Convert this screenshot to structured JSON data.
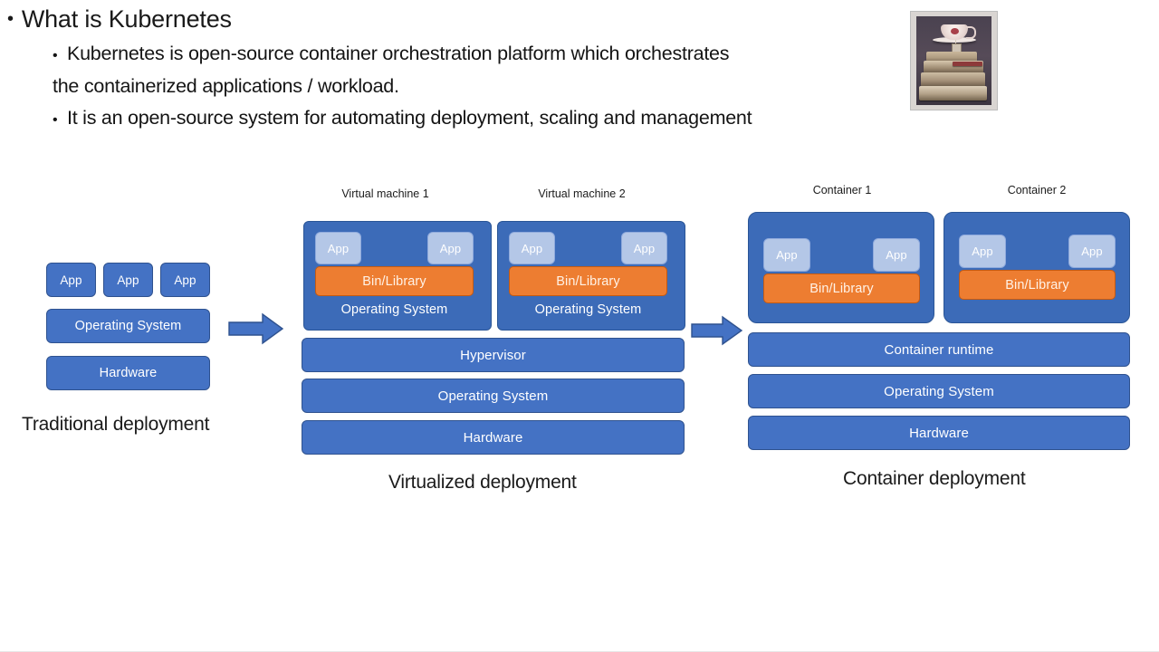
{
  "slide": {
    "heading": "What is Kubernetes",
    "bullets": [
      {
        "line1": "Kubernetes is open-source container orchestration platform which orchestrates",
        "line2": "the containerized applications / workload."
      },
      {
        "line1": "It is an open-source system for automating deployment, scaling and management"
      }
    ],
    "bullet_marker": "•"
  },
  "thumbnail": {
    "alt": "stack-of-books-with-teacup-photo"
  },
  "diagram": {
    "traditional": {
      "label": "Traditional deployment",
      "apps": [
        "App",
        "App",
        "App"
      ],
      "os": "Operating System",
      "hardware": "Hardware"
    },
    "virtualized": {
      "label": "Virtualized deployment",
      "vms": [
        {
          "title": "Virtual machine 1",
          "app_left": "App",
          "app_right": "App",
          "bin": "Bin/Library",
          "os": "Operating System"
        },
        {
          "title": "Virtual machine 2",
          "app_left": "App",
          "app_right": "App",
          "bin": "Bin/Library",
          "os": "Operating System"
        }
      ],
      "hypervisor": "Hypervisor",
      "os": "Operating System",
      "hardware": "Hardware"
    },
    "container": {
      "label": "Container deployment",
      "containers": [
        {
          "title": "Container 1",
          "app_left": "App",
          "app_right": "App",
          "bin": "Bin/Library"
        },
        {
          "title": "Container 2",
          "app_left": "App",
          "app_right": "App",
          "bin": "Bin/Library"
        }
      ],
      "runtime": "Container runtime",
      "os": "Operating System",
      "hardware": "Hardware"
    }
  },
  "colors": {
    "blue": "#4472C4",
    "blue_border": "#2F528F",
    "blue_dark": "#3C6BB8",
    "app_light_blue": "#B4C7E7",
    "orange": "#ED7D31",
    "orange_border": "#C55A11",
    "text_dark": "#1A1A1A"
  }
}
